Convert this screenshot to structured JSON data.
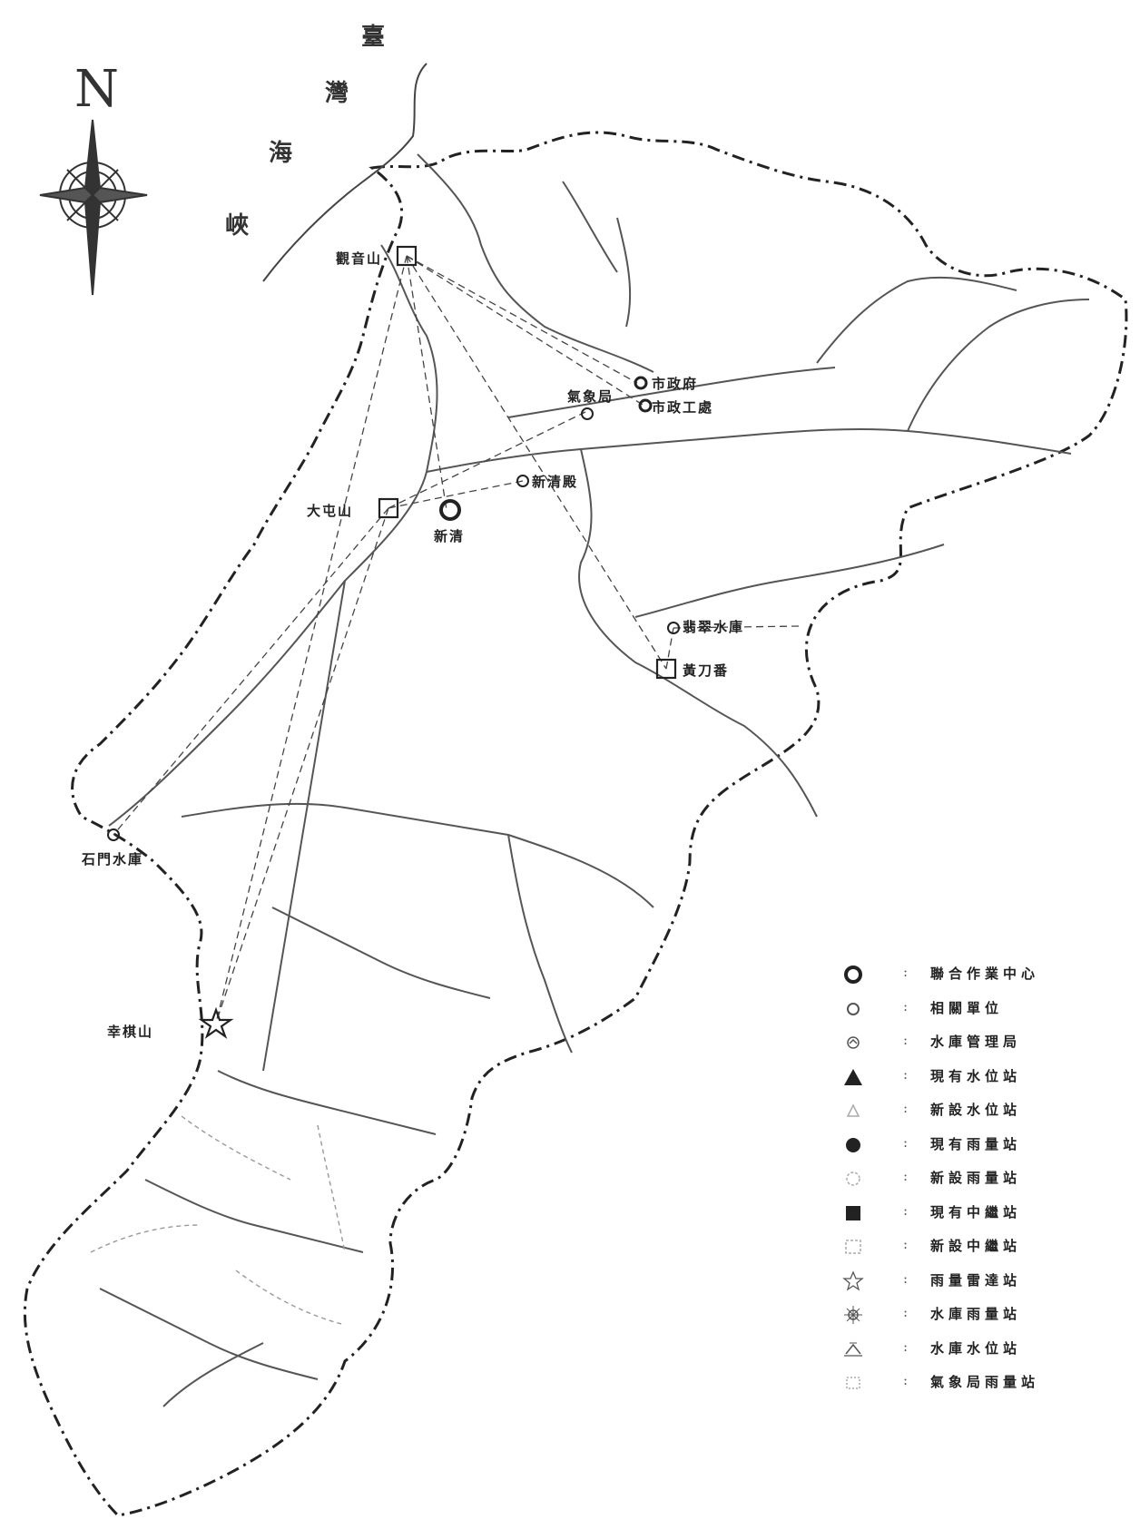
{
  "map": {
    "sea_label_chars": [
      "臺",
      "灣",
      "海",
      "峽"
    ],
    "north_label": "N",
    "places": {
      "guanyinshan": "觀音山",
      "datunshan": "大屯山",
      "shimen": "石門水庫",
      "xinqin": "新清",
      "feicuishui": "翡翠水庫",
      "huangdishan": "黃刀番",
      "xinsheshan": "幸棋山",
      "qixiangju": "氣象局",
      "shizhengfu": "市政府",
      "shibingong": "市政工處",
      "xinqingdian": "新清殿"
    }
  },
  "legend": {
    "items": [
      {
        "symbol": "joint-center-icon",
        "label": "聯合作業中心"
      },
      {
        "symbol": "related-unit-icon",
        "label": "相關單位"
      },
      {
        "symbol": "reservoir-admin-icon",
        "label": "水庫管理局"
      },
      {
        "symbol": "existing-water-level-icon",
        "label": "現有水位站"
      },
      {
        "symbol": "new-water-level-icon",
        "label": "新設水位站"
      },
      {
        "symbol": "existing-rainfall-icon",
        "label": "現有雨量站"
      },
      {
        "symbol": "new-rainfall-icon",
        "label": "新設雨量站"
      },
      {
        "symbol": "existing-relay-icon",
        "label": "現有中繼站"
      },
      {
        "symbol": "new-relay-icon",
        "label": "新設中繼站"
      },
      {
        "symbol": "rainfall-report-icon",
        "label": "雨量雷達站"
      },
      {
        "symbol": "reservoir-rainfall-icon",
        "label": "水庫雨量站"
      },
      {
        "symbol": "reservoir-water-level-icon",
        "label": "水庫水位站"
      },
      {
        "symbol": "weather-bureau-rainfall-icon",
        "label": "氣象局雨量站"
      }
    ]
  },
  "colors": {
    "ink": "#1a1a1a",
    "faint_ink": "#8a8a8a",
    "paper": "#ffffff"
  }
}
